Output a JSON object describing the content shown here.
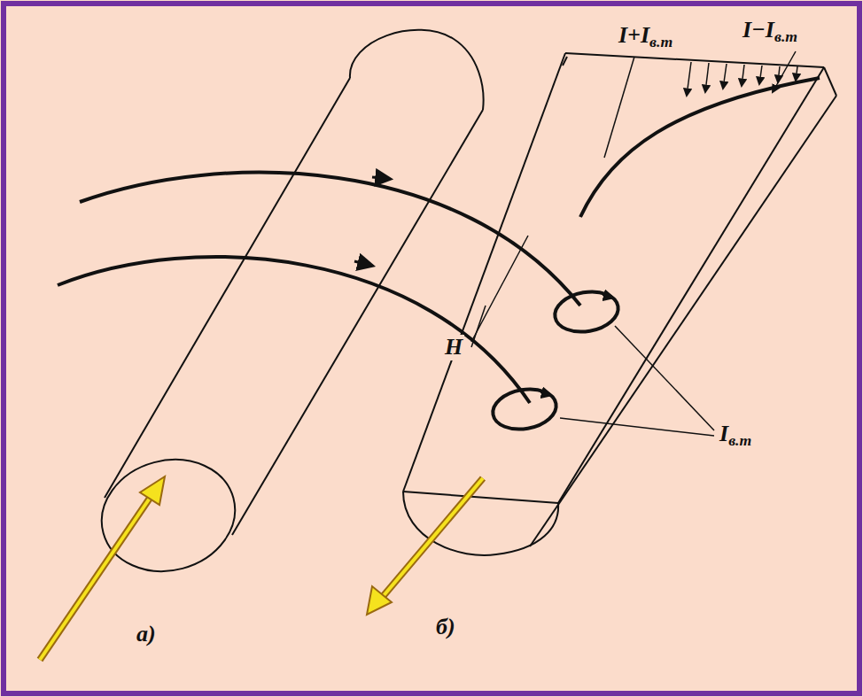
{
  "diagram": {
    "labels": [
      "I+Iв.т",
      "I−Iв.т",
      "H",
      "Iв.т",
      "а)",
      "б)"
    ]
  }
}
